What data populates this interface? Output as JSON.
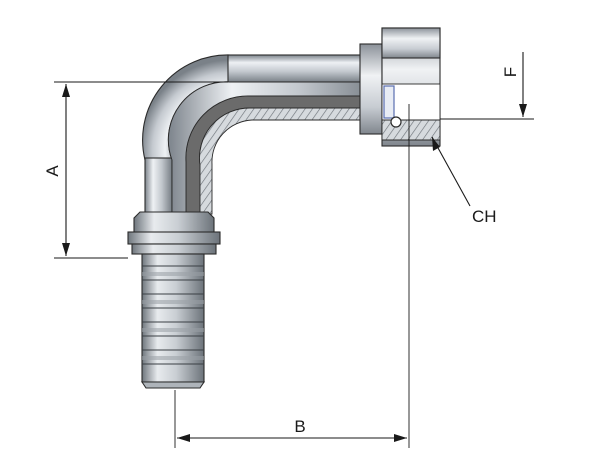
{
  "labels": {
    "a": "A",
    "b": "B",
    "f": "F",
    "ch": "CH"
  },
  "colors": {
    "metal_light": "#e9ecef",
    "metal_mid": "#b9bfc6",
    "metal_dark": "#7d848c",
    "outline": "#2b2b2b",
    "bore_inner": "#6b6b6b",
    "seal_accent": "#5a6fb0",
    "dimension_line": "#1a1a1a"
  }
}
